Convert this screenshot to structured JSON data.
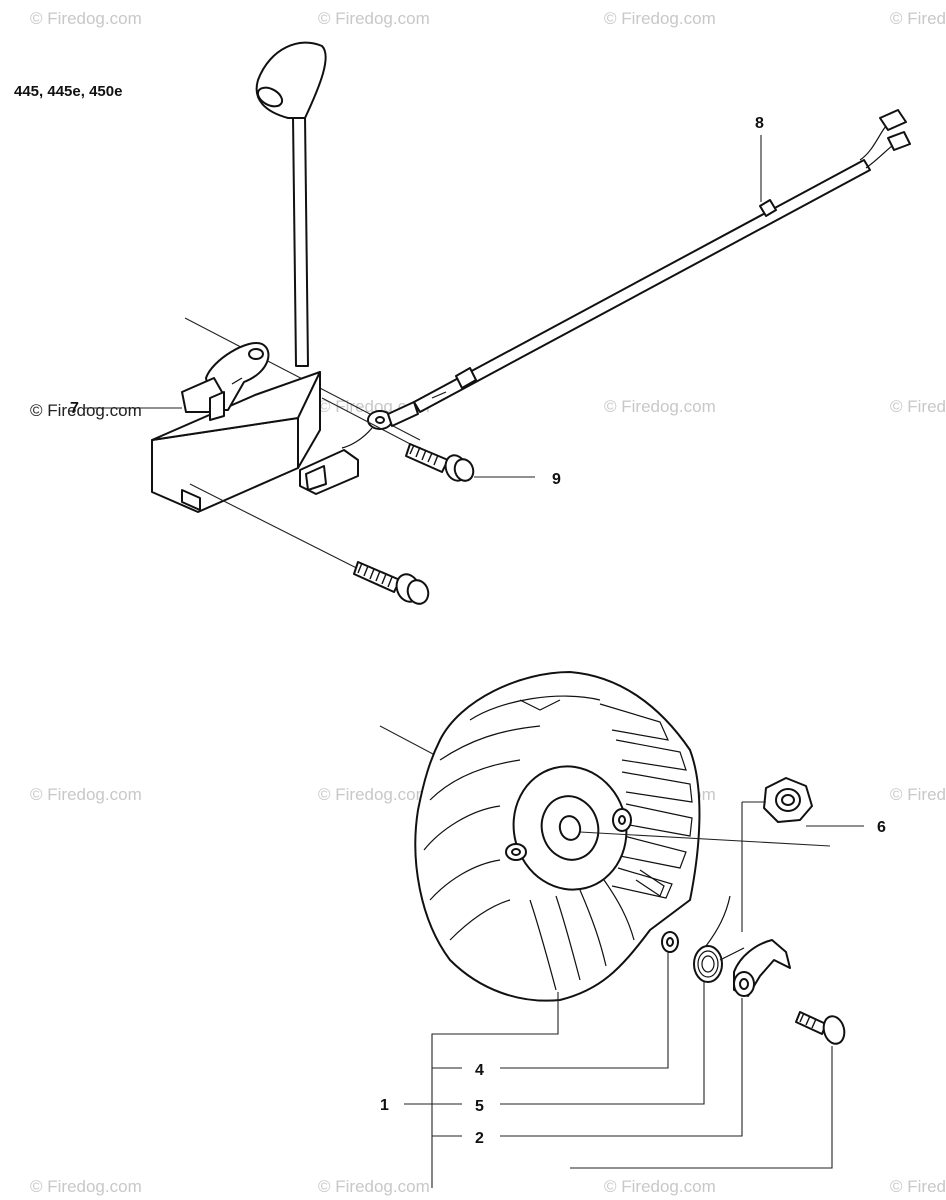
{
  "header": {
    "models": "445, 445e, 450e"
  },
  "watermark": {
    "text": "© Firedog.com"
  },
  "callouts": {
    "item_1": "1",
    "item_2": "2",
    "item_4": "4",
    "item_5": "5",
    "item_6": "6",
    "item_7": "7",
    "item_8": "8",
    "item_9": "9"
  },
  "colors": {
    "line": "#111111",
    "watermark": "#c8c8c8",
    "background": "#ffffff"
  }
}
